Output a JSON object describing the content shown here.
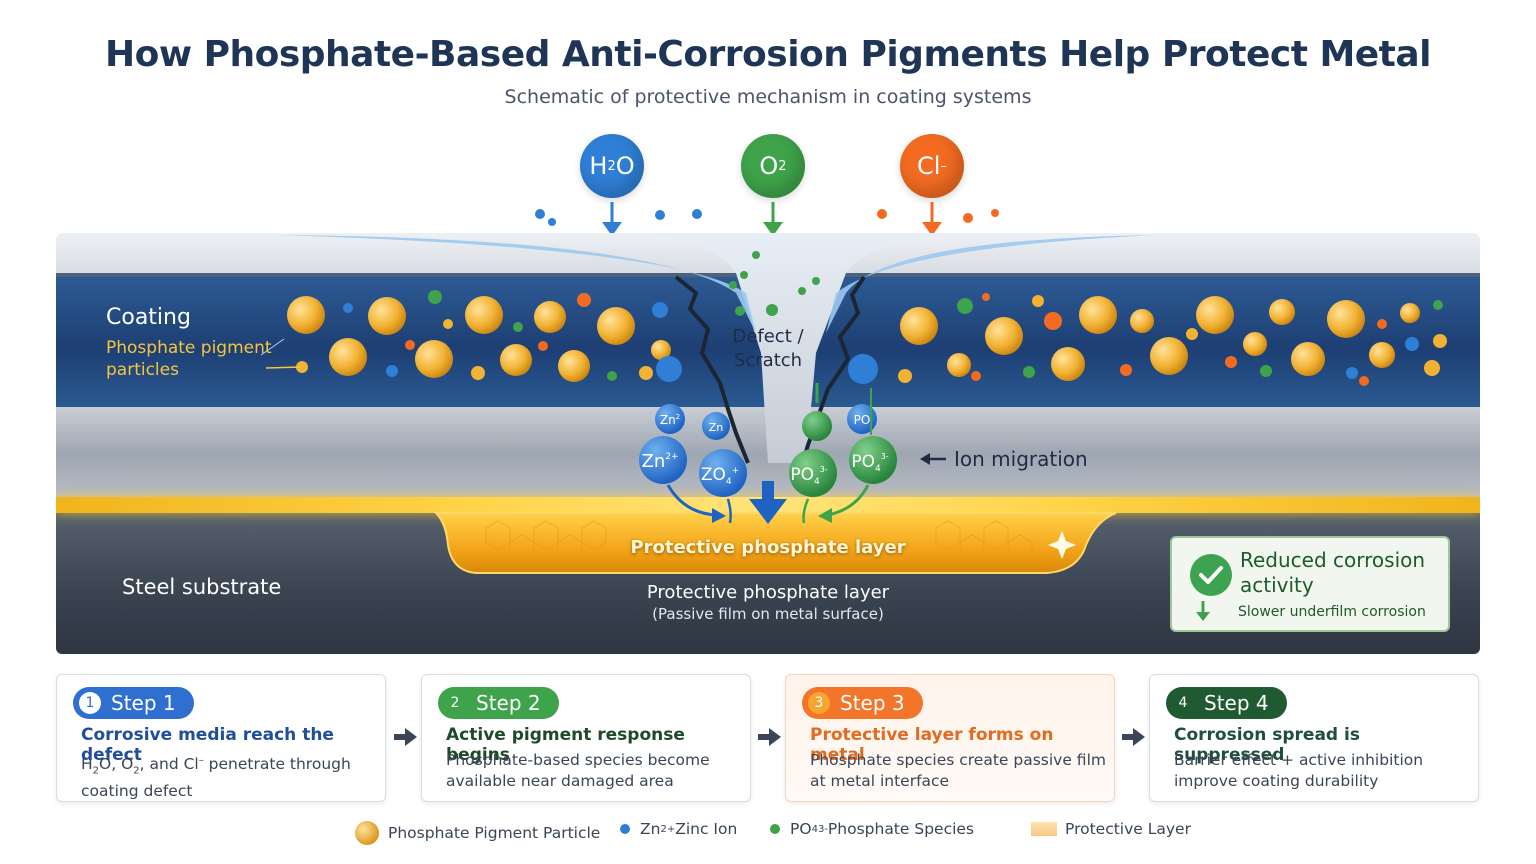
{
  "header": {
    "title": "How Phosphate-Based Anti-Corrosion Pigments Help Protect Metal",
    "subtitle": "Schematic of protective mechanism in coating systems"
  },
  "ions": [
    {
      "base": "H",
      "sub": "2",
      "tail": "O",
      "sup": "",
      "color": "#2f7fd6"
    },
    {
      "base": "O",
      "sub": "2",
      "tail": "",
      "sup": "",
      "color": "#3ea34a"
    },
    {
      "base": "Cl",
      "sub": "",
      "tail": "",
      "sup": "–",
      "color": "#f26b21"
    }
  ],
  "diagram": {
    "coating_label": "Coating",
    "pigment_label": "Phosphate pigment particles",
    "defect_label_line1": "Defect /",
    "defect_label_line2": "Scratch",
    "ion_migration_label": "Ion migration",
    "protective_layer_inner": "Protective phosphate layer",
    "steel_label": "Steel substrate",
    "protective_layer_title": "Protective phosphate layer",
    "protective_layer_sub": "(Passive film on metal surface)",
    "migrating_species": {
      "zn_small": "Zn",
      "zn_small_sup": "2",
      "zn_tiny": "Zn",
      "zn_large": "Zn",
      "zn_large_sup": "2+",
      "zno": "ZO",
      "zno_sub": "4",
      "zno_sup": "+",
      "po_small": "PO",
      "po_large": "PO",
      "po_large_sub": "4",
      "po_large_sup": "3-",
      "po_mid": "PO",
      "po_mid_sub": "4",
      "po_mid_sup": "3-"
    },
    "colors": {
      "zinc": "#2f7fd6",
      "phosphate": "#3ea34a",
      "chloride": "#f26b21",
      "pigment": "#f2b233"
    }
  },
  "result": {
    "title": "Reduced corrosion activity",
    "subtitle": "Slower underfilm corrosion"
  },
  "steps": [
    {
      "number": "1",
      "label": "Step 1",
      "heading": "Corrosive media reach the defect",
      "body_parts": [
        "H",
        "2",
        "O, O",
        "2",
        ", and Cl",
        "–",
        " penetrate through coating defect"
      ],
      "color": "#2f6fd0",
      "head_color": "#1f4f9a"
    },
    {
      "number": "2",
      "label": "Step 2",
      "heading": "Active pigment response begins",
      "body": "Phosphate-based species become available near damaged area",
      "color": "#3ea34a",
      "head_color": "#1f4a2a"
    },
    {
      "number": "3",
      "label": "Step 3",
      "heading": "Protective layer forms on metal",
      "body": "Phosphate species create passive film at metal interface",
      "color": "#f2752a",
      "head_color": "#e46a1f"
    },
    {
      "number": "4",
      "label": "Step 4",
      "heading": "Corrosion spread is suppressed",
      "body": "Barrier effect + active inhibition improve coating durability",
      "color": "#1f5a30",
      "head_color": "#1f4f3a"
    }
  ],
  "legend": [
    {
      "label": "Phosphate Pigment Particle"
    },
    {
      "prefix": "Zn",
      "sup": "2+",
      "label": " Zinc Ion"
    },
    {
      "prefix": "PO",
      "sub": "4",
      "sup": "3-",
      "label": " Phosphate Species"
    },
    {
      "label": "Protective Layer"
    }
  ]
}
